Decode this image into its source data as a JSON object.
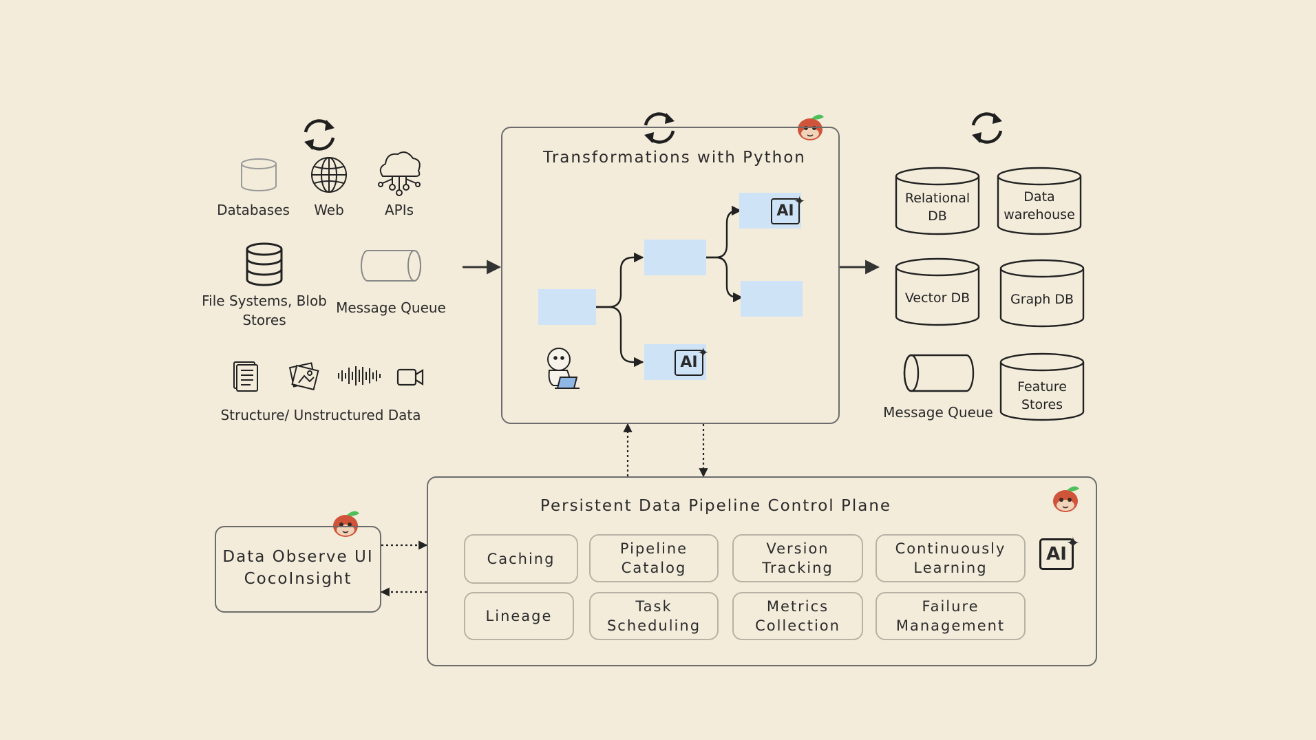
{
  "sources": {
    "databases": "Databases",
    "web": "Web",
    "apis": "APIs",
    "file_systems": "File Systems, Blob\nStores",
    "message_queue": "Message Queue",
    "structured": "Structure/ Unstructured Data"
  },
  "transform": {
    "title": "Transformations with Python",
    "ai_badge": "AI"
  },
  "targets": {
    "relational_db": "Relational\nDB",
    "data_warehouse": "Data\nwarehouse",
    "vector_db": "Vector DB",
    "graph_db": "Graph DB",
    "message_queue": "Message Queue",
    "feature_stores": "Feature\nStores"
  },
  "control_plane": {
    "title": "Persistent Data Pipeline Control Plane",
    "features": [
      "Caching",
      "Pipeline\nCatalog",
      "Version\nTracking",
      "Continuously\nLearning",
      "Lineage",
      "Task\nScheduling",
      "Metrics\nCollection",
      "Failure\nManagement"
    ],
    "ai_badge": "AI"
  },
  "observe": {
    "line1": "Data Observe UI",
    "line2": "CocoInsight"
  },
  "colors": {
    "background": "#f3ecdb",
    "node_fill": "#cfe3f7",
    "stroke": "#2a2a2a",
    "mascot": "#d0543a",
    "leaf": "#4fbf5a"
  }
}
